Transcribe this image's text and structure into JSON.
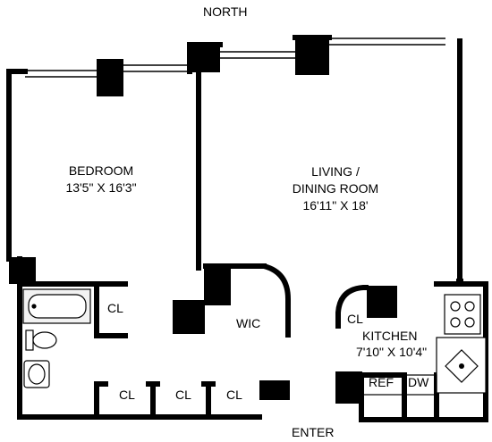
{
  "compass": {
    "north": "NORTH",
    "entry": "ENTER"
  },
  "rooms": {
    "bedroom": {
      "name": "BEDROOM",
      "size": "13'5\" X 16'3\""
    },
    "living": {
      "name_line1": "LIVING /",
      "name_line2": "DINING ROOM",
      "size": "16'11\" X 18'"
    },
    "kitchen": {
      "name": "KITCHEN",
      "size": "7'10\" X 10'4\""
    },
    "wic": {
      "name": "WIC"
    }
  },
  "closets": {
    "bath_closet": "CL",
    "kitchen_closet": "CL",
    "hall_closet_1": "CL",
    "hall_closet_2": "CL",
    "hall_closet_3": "CL"
  },
  "appliances": {
    "refrigerator": "REF",
    "dishwasher": "DW"
  },
  "colors": {
    "wall": "#000000",
    "fixture_fill": "#f2f2f2",
    "background": "#ffffff"
  }
}
